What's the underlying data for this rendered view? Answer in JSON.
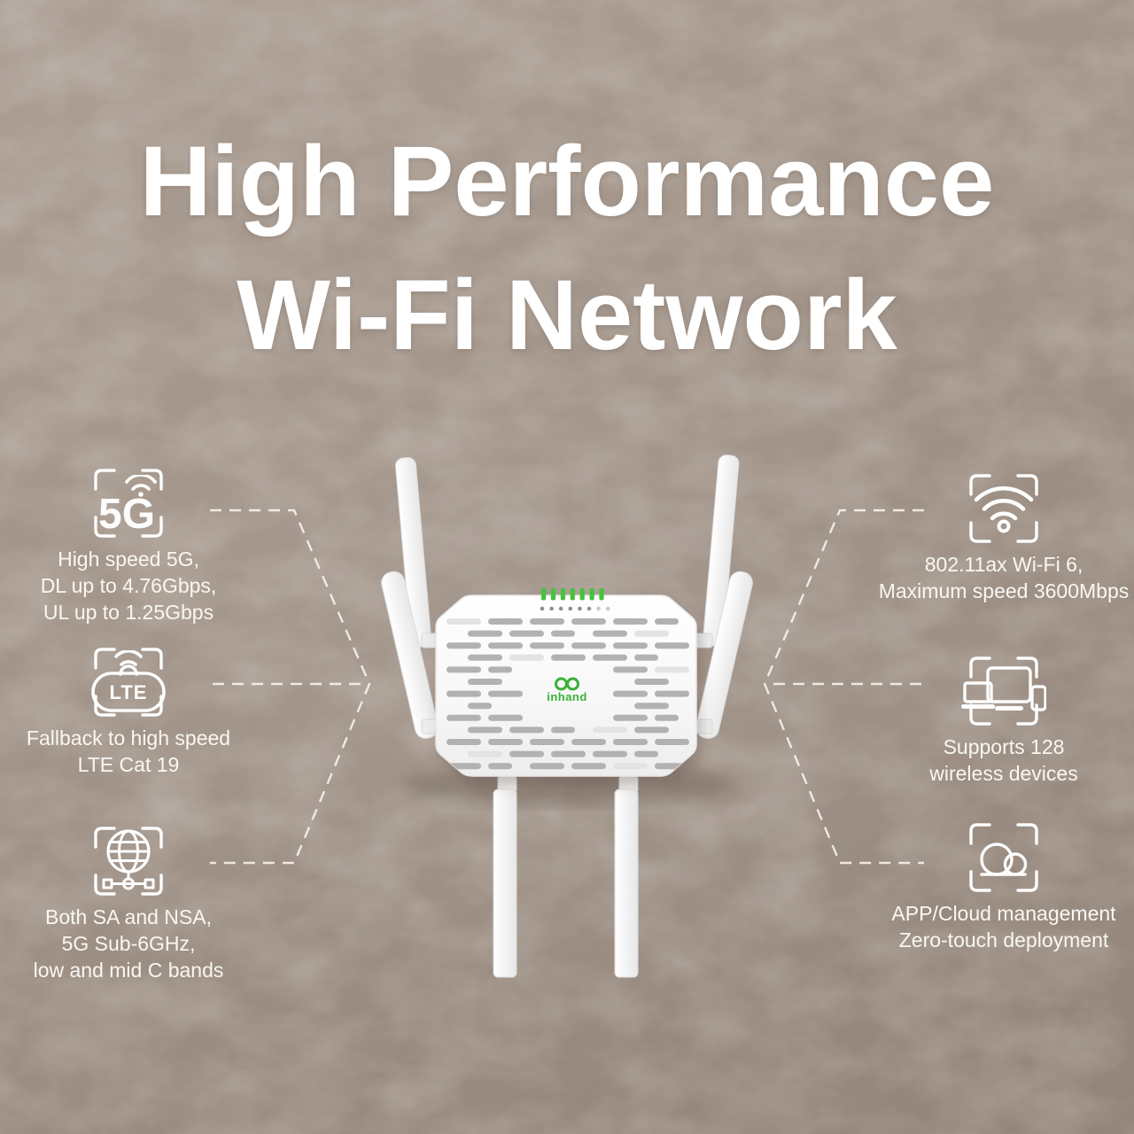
{
  "title": {
    "line1": "High Performance",
    "line2": "Wi-Fi Network"
  },
  "features": {
    "left": [
      {
        "icon": "5g-icon",
        "icon_label": "5G",
        "lines": [
          "High speed 5G,",
          "DL up to 4.76Gbps,",
          "UL up to 1.25Gbps"
        ]
      },
      {
        "icon": "lte-icon",
        "icon_label": "LTE",
        "lines": [
          "Fallback to high speed",
          "LTE Cat 19"
        ]
      },
      {
        "icon": "globe-network-icon",
        "lines": [
          "Both SA and NSA,",
          "5G Sub-6GHz,",
          "low and mid C bands"
        ]
      }
    ],
    "right": [
      {
        "icon": "wifi-icon",
        "lines": [
          "802.11ax Wi-Fi 6,",
          "Maximum speed 3600Mbps"
        ]
      },
      {
        "icon": "devices-icon",
        "lines": [
          "Supports 128",
          "wireless devices"
        ]
      },
      {
        "icon": "cloud-icon",
        "lines": [
          "APP/Cloud management",
          "Zero-touch deployment"
        ]
      }
    ]
  },
  "device": {
    "brand": "inhand",
    "led_count": 7,
    "status_icon_count": 8,
    "status_icons_off": 2
  },
  "colors": {
    "background_top": "#ab9e93",
    "background_bottom": "#92847a",
    "text": "#ffffff",
    "accent_green": "#3ab037",
    "led_green": "#43c43c",
    "vent_gray": "#b2b2b2"
  }
}
